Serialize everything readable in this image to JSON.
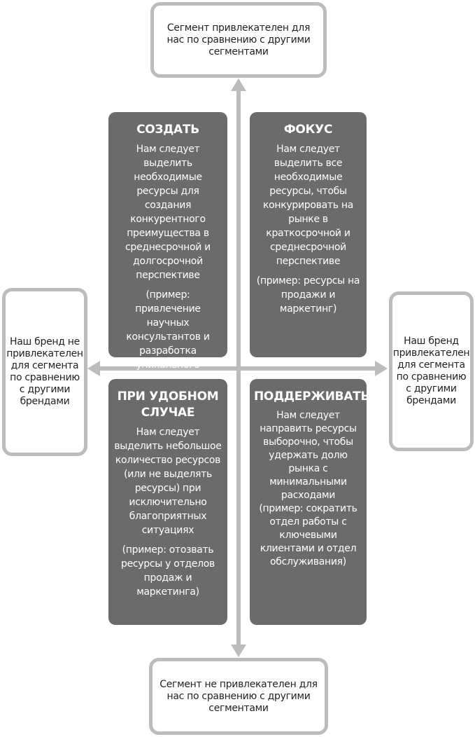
{
  "boxes": {
    "top": "Сегмент привлекателен для нас по сравнению с другими сегментами",
    "bottom": "Сегмент не привлекателен для нас по сравнению с другими сегментами",
    "left": "Наш бренд не привлекателен для сегмента по сравнению с другими брендами",
    "right": "Наш бренд привлекателен для сегмента по сравнению с другими брендами"
  },
  "quadrants": {
    "top_left": {
      "title": "СОЗДАТЬ",
      "body": "Нам следует выделить необходимые ресурсы для создания конкурентного преимущества в среднесрочной и долгосрочной перспективе",
      "example": "(пример: привлечение научных консультантов и разработка уникального предложения)"
    },
    "top_right": {
      "title": "ФОКУС",
      "body": "Нам следует выделить все необходимые ресурсы, чтобы конкурировать на рынке в краткосрочной и среднесрочной перспективе",
      "example": "(пример: ресурсы на продажи и маркетинг)"
    },
    "bottom_left": {
      "title": "ПРИ УДОБНОМ СЛУЧАЕ",
      "body": "Нам следует выделить небольшое количество ресурсов (или не выделять ресурсы) при исключительно благоприятных ситуациях",
      "example": "(пример: отозвать ресурсы у отделов продаж и маркетинга)"
    },
    "bottom_right": {
      "title": "ПОДДЕРЖИВАТЬ",
      "body": "Нам следует направить ресурсы выборочно, чтобы удержать долю рынка с минимальными расходами",
      "example": "(пример: сократить отдел работы с ключевыми клиентами и отдел обслуживания)"
    }
  },
  "colors": {
    "quadrant_fill": "#6c6b6b",
    "axis_and_border": "#bcbcbc",
    "box_fill": "#ffffff",
    "quadrant_text": "#ffffff",
    "box_text": "#231f20"
  }
}
